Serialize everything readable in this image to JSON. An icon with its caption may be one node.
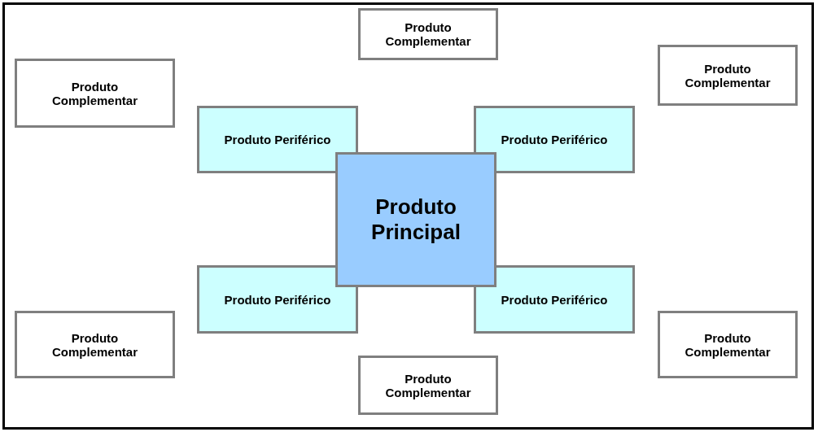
{
  "diagram": {
    "nodes": [
      {
        "text": [
          "Produto Complementar"
        ]
      },
      {
        "text": [
          "Produto Complementar"
        ]
      },
      {
        "text": [
          "Produto Complementar"
        ]
      },
      {
        "text": [
          "Produto Periférico"
        ]
      },
      {
        "text": [
          "Produto Periférico"
        ]
      },
      {
        "text": [
          "Produto Principal"
        ]
      },
      {
        "text": [
          "Produto Periférico"
        ]
      },
      {
        "text": [
          "Produto Periférico"
        ]
      },
      {
        "text": [
          "Produto Complementar"
        ]
      },
      {
        "text": [
          "Produto Complementar"
        ]
      },
      {
        "text": [
          "Produto Complementar"
        ]
      }
    ]
  }
}
